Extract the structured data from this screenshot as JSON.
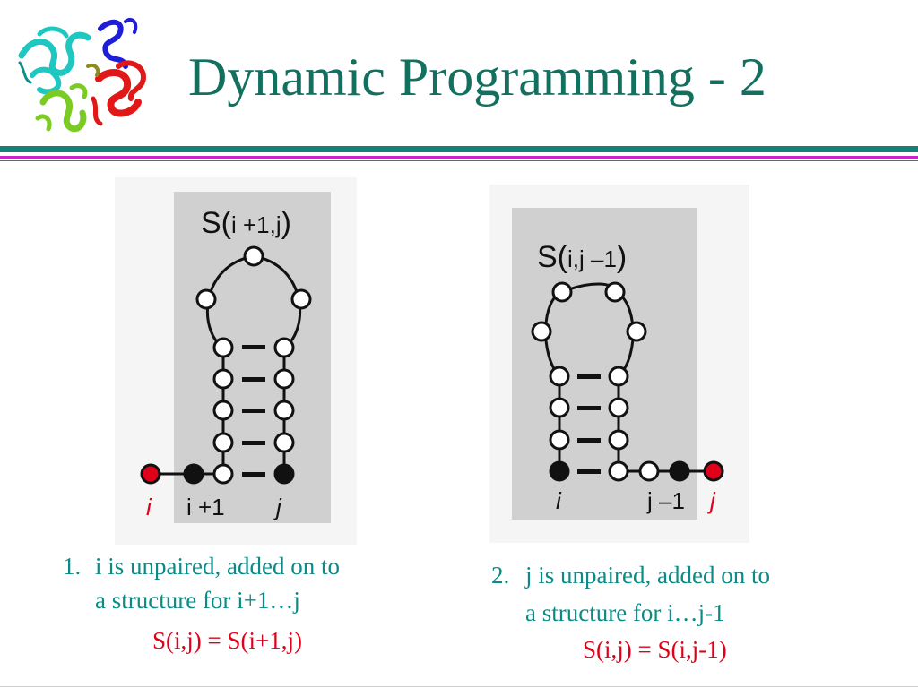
{
  "slide": {
    "title": "Dynamic Programming - 2"
  },
  "panels": [
    {
      "label_prefix": "S(",
      "label_args": "i +1,j",
      "label_suffix": ")",
      "bottom_labels": [
        "i",
        "i +1",
        "j"
      ]
    },
    {
      "label_prefix": "S(",
      "label_args": "i,j –1",
      "label_suffix": ")",
      "bottom_labels": [
        "i",
        "j –1",
        "j"
      ]
    }
  ],
  "captions": [
    {
      "number": "1.",
      "line1": "i is unpaired, added on to",
      "line2": "a structure for i+1…j",
      "formula": "S(i,j) = S(i+1,j)"
    },
    {
      "number": "2.",
      "line1": "j is unpaired, added on to",
      "line2": "a structure for i…j-1",
      "formula": "S(i,j) = S(i,j-1)"
    }
  ],
  "colors": {
    "title": "#13705f",
    "caption": "#0b8b86",
    "formula": "#e0001a",
    "unpaired_base": "#e0001a",
    "panel_bg": "#d0d0d0"
  }
}
